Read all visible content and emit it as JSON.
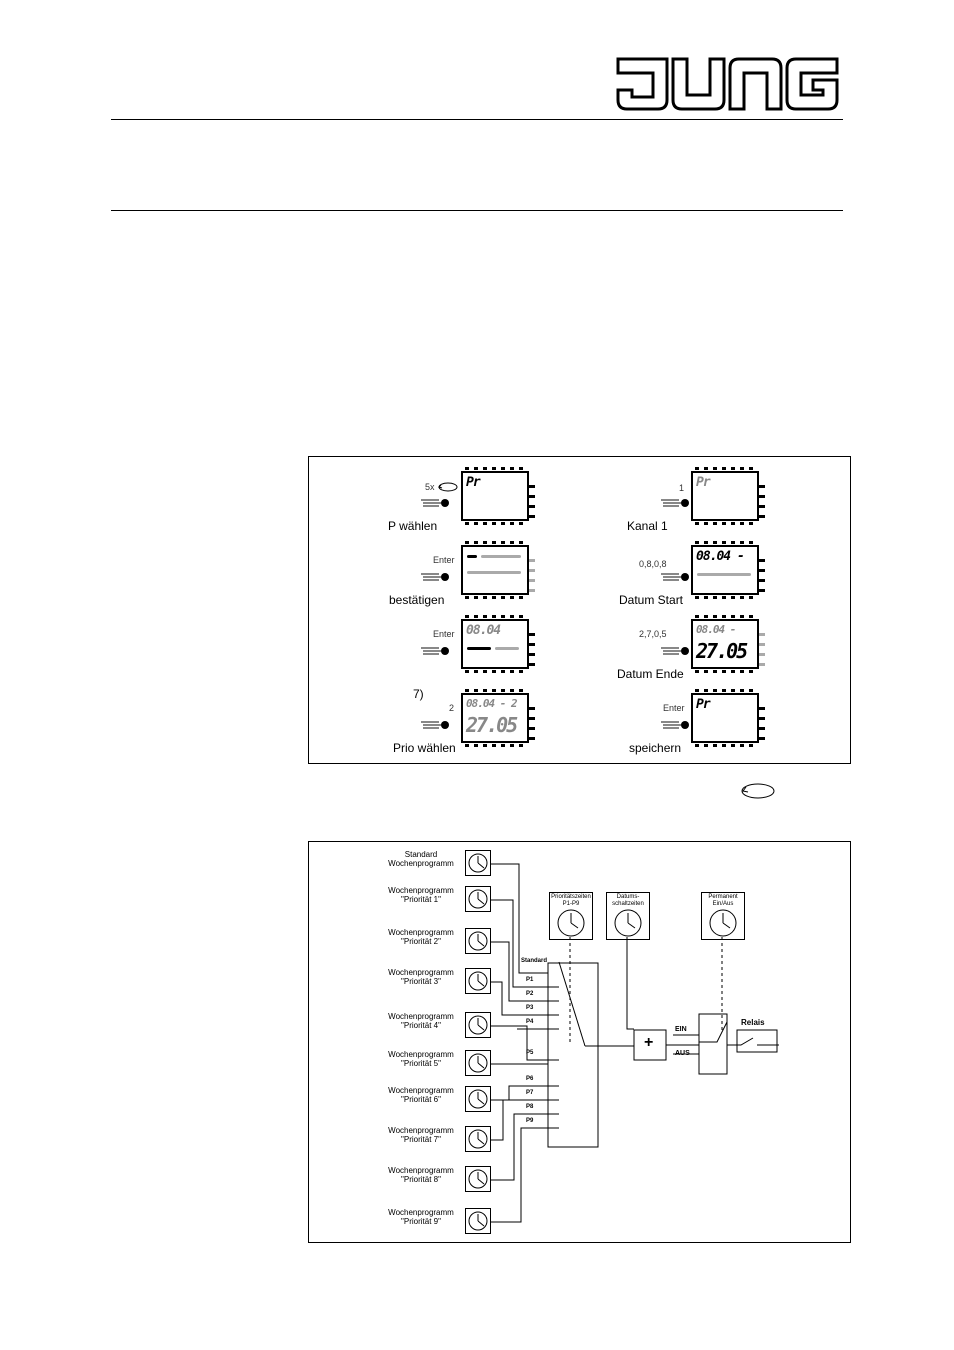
{
  "header": {
    "logo_text": "JUNG"
  },
  "steps": [
    {
      "col": "left",
      "row": 0,
      "key": "5x",
      "label": "P wählen",
      "display": "Pr"
    },
    {
      "col": "left",
      "row": 1,
      "key": "Enter",
      "label": "bestätigen",
      "display": ""
    },
    {
      "col": "left",
      "row": 2,
      "key": "Enter",
      "label": "",
      "display": "08.04"
    },
    {
      "col": "left",
      "row": 3,
      "key": "2",
      "label": "Prio wählen",
      "marker": "7)",
      "display": "08.04 - 2",
      "display2": "27.05"
    },
    {
      "col": "right",
      "row": 0,
      "key": "1",
      "label": "Kanal 1",
      "display": "Pr"
    },
    {
      "col": "right",
      "row": 1,
      "key": "0,8,0,8",
      "label": "Datum Start",
      "display": "08.04 -"
    },
    {
      "col": "right",
      "row": 2,
      "key": "2,7,0,5",
      "label": "Datum Ende",
      "display": "08.04 -",
      "display2": "27.05"
    },
    {
      "col": "right",
      "row": 3,
      "key": "Enter",
      "label": "speichern",
      "display": "Pr"
    }
  ],
  "diagram": {
    "programs": [
      {
        "line1": "Standard",
        "line2": "Wochenprogramm"
      },
      {
        "line1": "Wochenprogramm",
        "line2": "\"Priorität 1\""
      },
      {
        "line1": "Wochenprogramm",
        "line2": "\"Priorität 2\""
      },
      {
        "line1": "Wochenprogramm",
        "line2": "\"Priorität 3\""
      },
      {
        "line1": "Wochenprogramm",
        "line2": "\"Priorität 4\""
      },
      {
        "line1": "Wochenprogramm",
        "line2": "\"Priorität 5\""
      },
      {
        "line1": "Wochenprogramm",
        "line2": "\"Priorität 6\""
      },
      {
        "line1": "Wochenprogramm",
        "line2": "\"Priorität 7\""
      },
      {
        "line1": "Wochenprogramm",
        "line2": "\"Priorität 8\""
      },
      {
        "line1": "Wochenprogramm",
        "line2": "\"Priorität 9\""
      }
    ],
    "bus_labels": [
      "Standard",
      "P1",
      "P2",
      "P3",
      "P4",
      "P5",
      "P6",
      "P7",
      "P8",
      "P9"
    ],
    "top_boxes": [
      {
        "line1": "Prioritätszeiten",
        "line2": "P1-P9"
      },
      {
        "line1": "Datums-",
        "line2": "schaltzeiten"
      },
      {
        "line1": "Permanent",
        "line2": "Ein/Aus"
      }
    ],
    "plus_label": "+",
    "ein_label": "EIN",
    "aus_label": "AUS",
    "relais_label": "Relais"
  }
}
